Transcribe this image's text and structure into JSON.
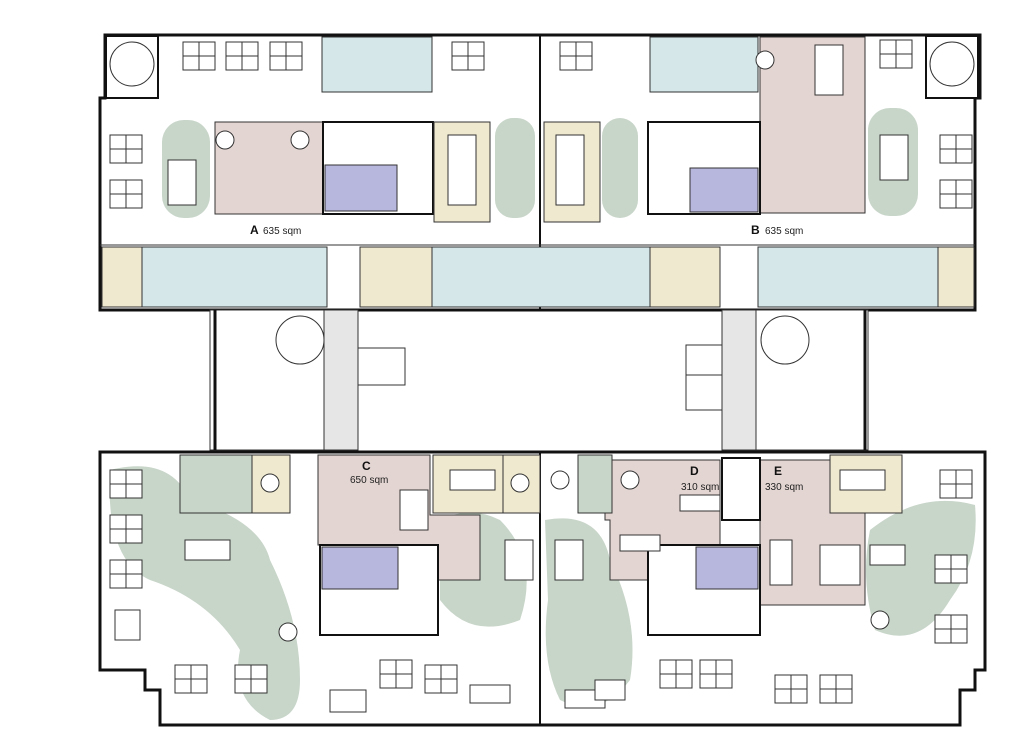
{
  "floorplan": {
    "zones": [
      {
        "letter": "A",
        "area": "635 sqm"
      },
      {
        "letter": "B",
        "area": "635 sqm"
      },
      {
        "letter": "C",
        "area": "650 sqm"
      },
      {
        "letter": "D",
        "area": "310 sqm"
      },
      {
        "letter": "E",
        "area": "330 sqm"
      }
    ],
    "colors": {
      "floor": "#eeeeee",
      "meeting_pink": "#e3d5d2",
      "office_blue": "#d5e7e8",
      "meeting_beige": "#efe9cf",
      "lounge_green": "#c8d5c9",
      "wc_purple": "#b7b6dc",
      "wall": "#111111"
    }
  }
}
